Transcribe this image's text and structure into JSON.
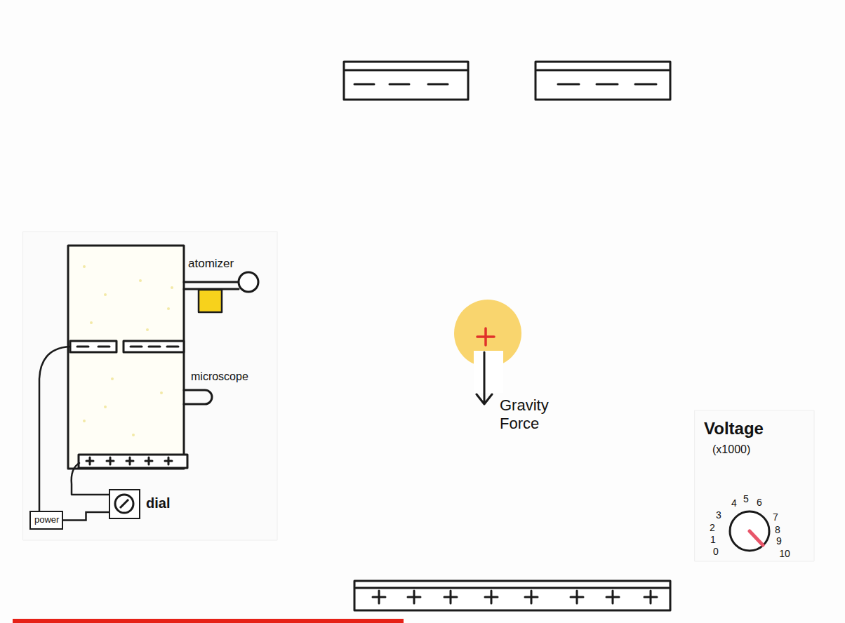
{
  "diagram": {
    "nodes": [
      {
        "text": [
          "dial"
        ]
      },
      {
        "text": [
          "power"
        ]
      }
    ],
    "edges": [
      {
        "from": 1,
        "to": 0,
        "arrow": "none"
      }
    ],
    "labels": [
      "atomizer",
      "microscope",
      "Gravity Force",
      "Voltage",
      "(x1000)",
      "0",
      "1",
      "2",
      "3",
      "4",
      "5",
      "6",
      "7",
      "8",
      "9",
      "10"
    ]
  }
}
